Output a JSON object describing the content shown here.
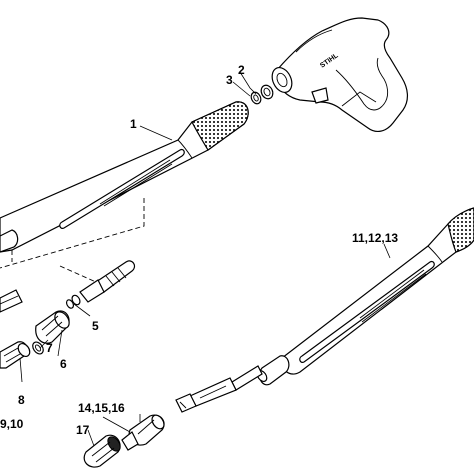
{
  "labels": {
    "p1": "1",
    "p2": "2",
    "p3": "3",
    "p5": "5",
    "p6": "6",
    "p7": "7",
    "p8": "8",
    "p9_10": "9,10",
    "p11_13": "11,12,13",
    "p14_16": "14,15,16",
    "p17": "17"
  },
  "gun_logo": "STIHL"
}
